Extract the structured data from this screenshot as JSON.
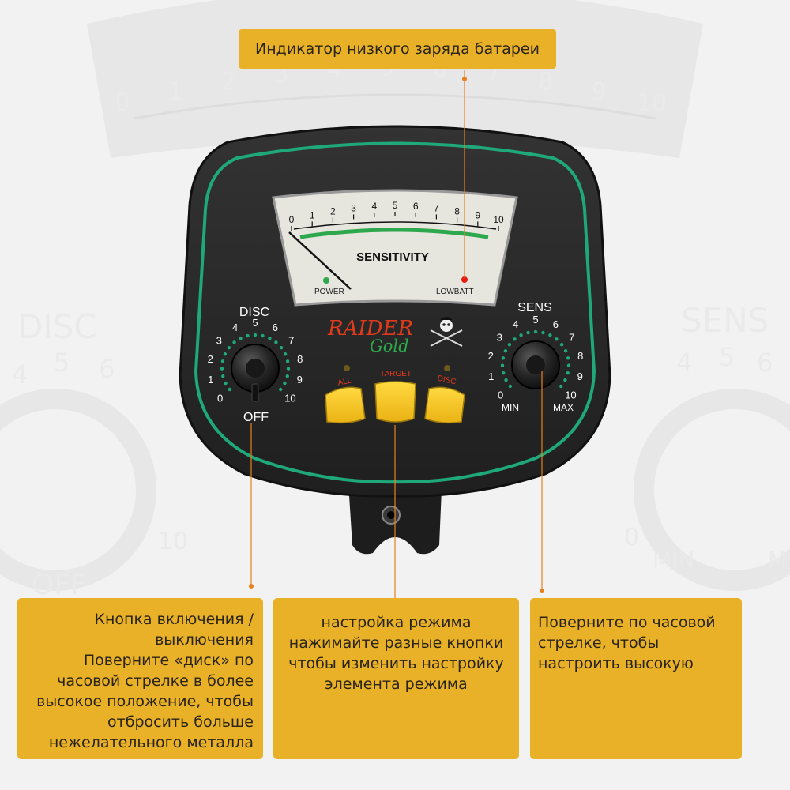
{
  "callouts": {
    "low_battery": "Индикатор низкого заряда батареи",
    "power_lines": [
      "Кнопка включения /",
      "выключения",
      "Поверните «диск» по",
      "часовой стрелке в более",
      "высокое положение, чтобы",
      "отбросить больше",
      "нежелательного металла"
    ],
    "mode_lines": [
      "настройка режима",
      "нажимайте разные кнопки",
      "чтобы изменить настройку",
      "элемента режима"
    ],
    "sens_lines": [
      "Поверните по часовой",
      "стрелке, чтобы",
      "настроить высокую"
    ]
  },
  "meter": {
    "scale": [
      "0",
      "1",
      "2",
      "3",
      "4",
      "5",
      "6",
      "7",
      "8",
      "9",
      "10"
    ],
    "label": "SENSITIVITY",
    "power": "POWER",
    "lowbatt": "LOWBATT"
  },
  "brand": {
    "line1": "RAIDER",
    "line2": "Gold"
  },
  "disc_knob": {
    "title": "DISC",
    "scale": [
      "0",
      "1",
      "2",
      "3",
      "4",
      "5",
      "6",
      "7",
      "8",
      "9",
      "10"
    ],
    "off": "OFF"
  },
  "sens_knob": {
    "title": "SENS",
    "scale": [
      "0",
      "1",
      "2",
      "3",
      "4",
      "5",
      "6",
      "7",
      "8",
      "9",
      "10"
    ],
    "min": "MIN",
    "max": "MAX"
  },
  "buttons": {
    "all": "ALL",
    "target": "TARGET",
    "disc": "DISC"
  },
  "background": {
    "disc": "DISC",
    "sens": "SENS",
    "off": "OFF",
    "min": "MIN",
    "max": "M",
    "scale": [
      "0",
      "1",
      "2",
      "3",
      "4",
      "5",
      "6",
      "7",
      "8",
      "9",
      "10"
    ],
    "left_digits": [
      "4",
      "5",
      "6"
    ],
    "right_digits": [
      "4",
      "5",
      "6"
    ],
    "left_ten": "10",
    "right_zero": "0"
  },
  "colors": {
    "callout": "#e8b127",
    "leader": "#e8801e",
    "panel": "#262626",
    "trim": "#1fa87a",
    "button": "#f6c529",
    "led_red": "#e41f12",
    "led_green": "#2ea84c"
  }
}
